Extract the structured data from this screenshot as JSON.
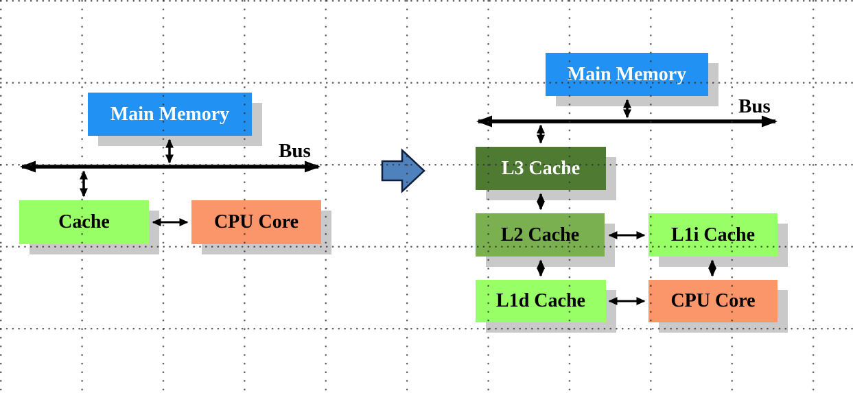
{
  "left_diagram": {
    "main_memory": "Main Memory",
    "bus": "Bus",
    "cache": "Cache",
    "cpu_core": "CPU Core"
  },
  "right_diagram": {
    "main_memory": "Main Memory",
    "bus": "Bus",
    "l3_cache": "L3 Cache",
    "l2_cache": "L2 Cache",
    "l1d_cache": "L1d Cache",
    "l1i_cache": "L1i Cache",
    "cpu_core": "CPU Core"
  },
  "colors": {
    "main_memory_fill": "#2191f3",
    "main_memory_text": "#ffffff",
    "l3_cache_fill": "#4e7a32",
    "l3_cache_text": "#ffffff",
    "l2_cache_fill": "#7ab04f",
    "l1_cache_fill": "#99ff66",
    "cpu_core_fill": "#fa9669",
    "box_text": "#000000",
    "box_shadow": "#c9c9c9",
    "connector": "#000000",
    "transform_arrow_fill": "#4f81bd",
    "transform_arrow_border": "#0d1f3c"
  }
}
